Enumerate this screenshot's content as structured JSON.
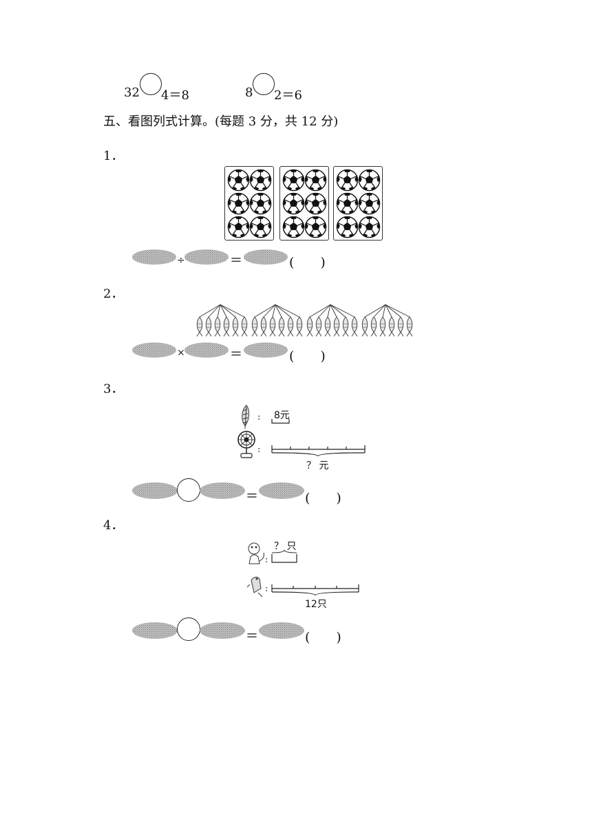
{
  "fill_in": {
    "eq1": {
      "left": "32",
      "right": "4＝8"
    },
    "eq2": {
      "left": "8",
      "right": "2＝6"
    }
  },
  "section": {
    "title": "五、看图列式计算。(每题 3 分，共 12 分)"
  },
  "problems": [
    {
      "number": "1．",
      "operator": "÷",
      "equals": "＝",
      "blank": "(　　)"
    },
    {
      "number": "2．",
      "operator": "×",
      "equals": "＝",
      "blank": "(　　)"
    },
    {
      "number": "3．",
      "price_label": "8元",
      "total_label": "？ 元",
      "equals": "＝",
      "blank": "(　　)"
    },
    {
      "number": "4．",
      "top_label": "？ 只",
      "total_label": "12只",
      "equals": "＝",
      "blank": "(　　)"
    }
  ]
}
